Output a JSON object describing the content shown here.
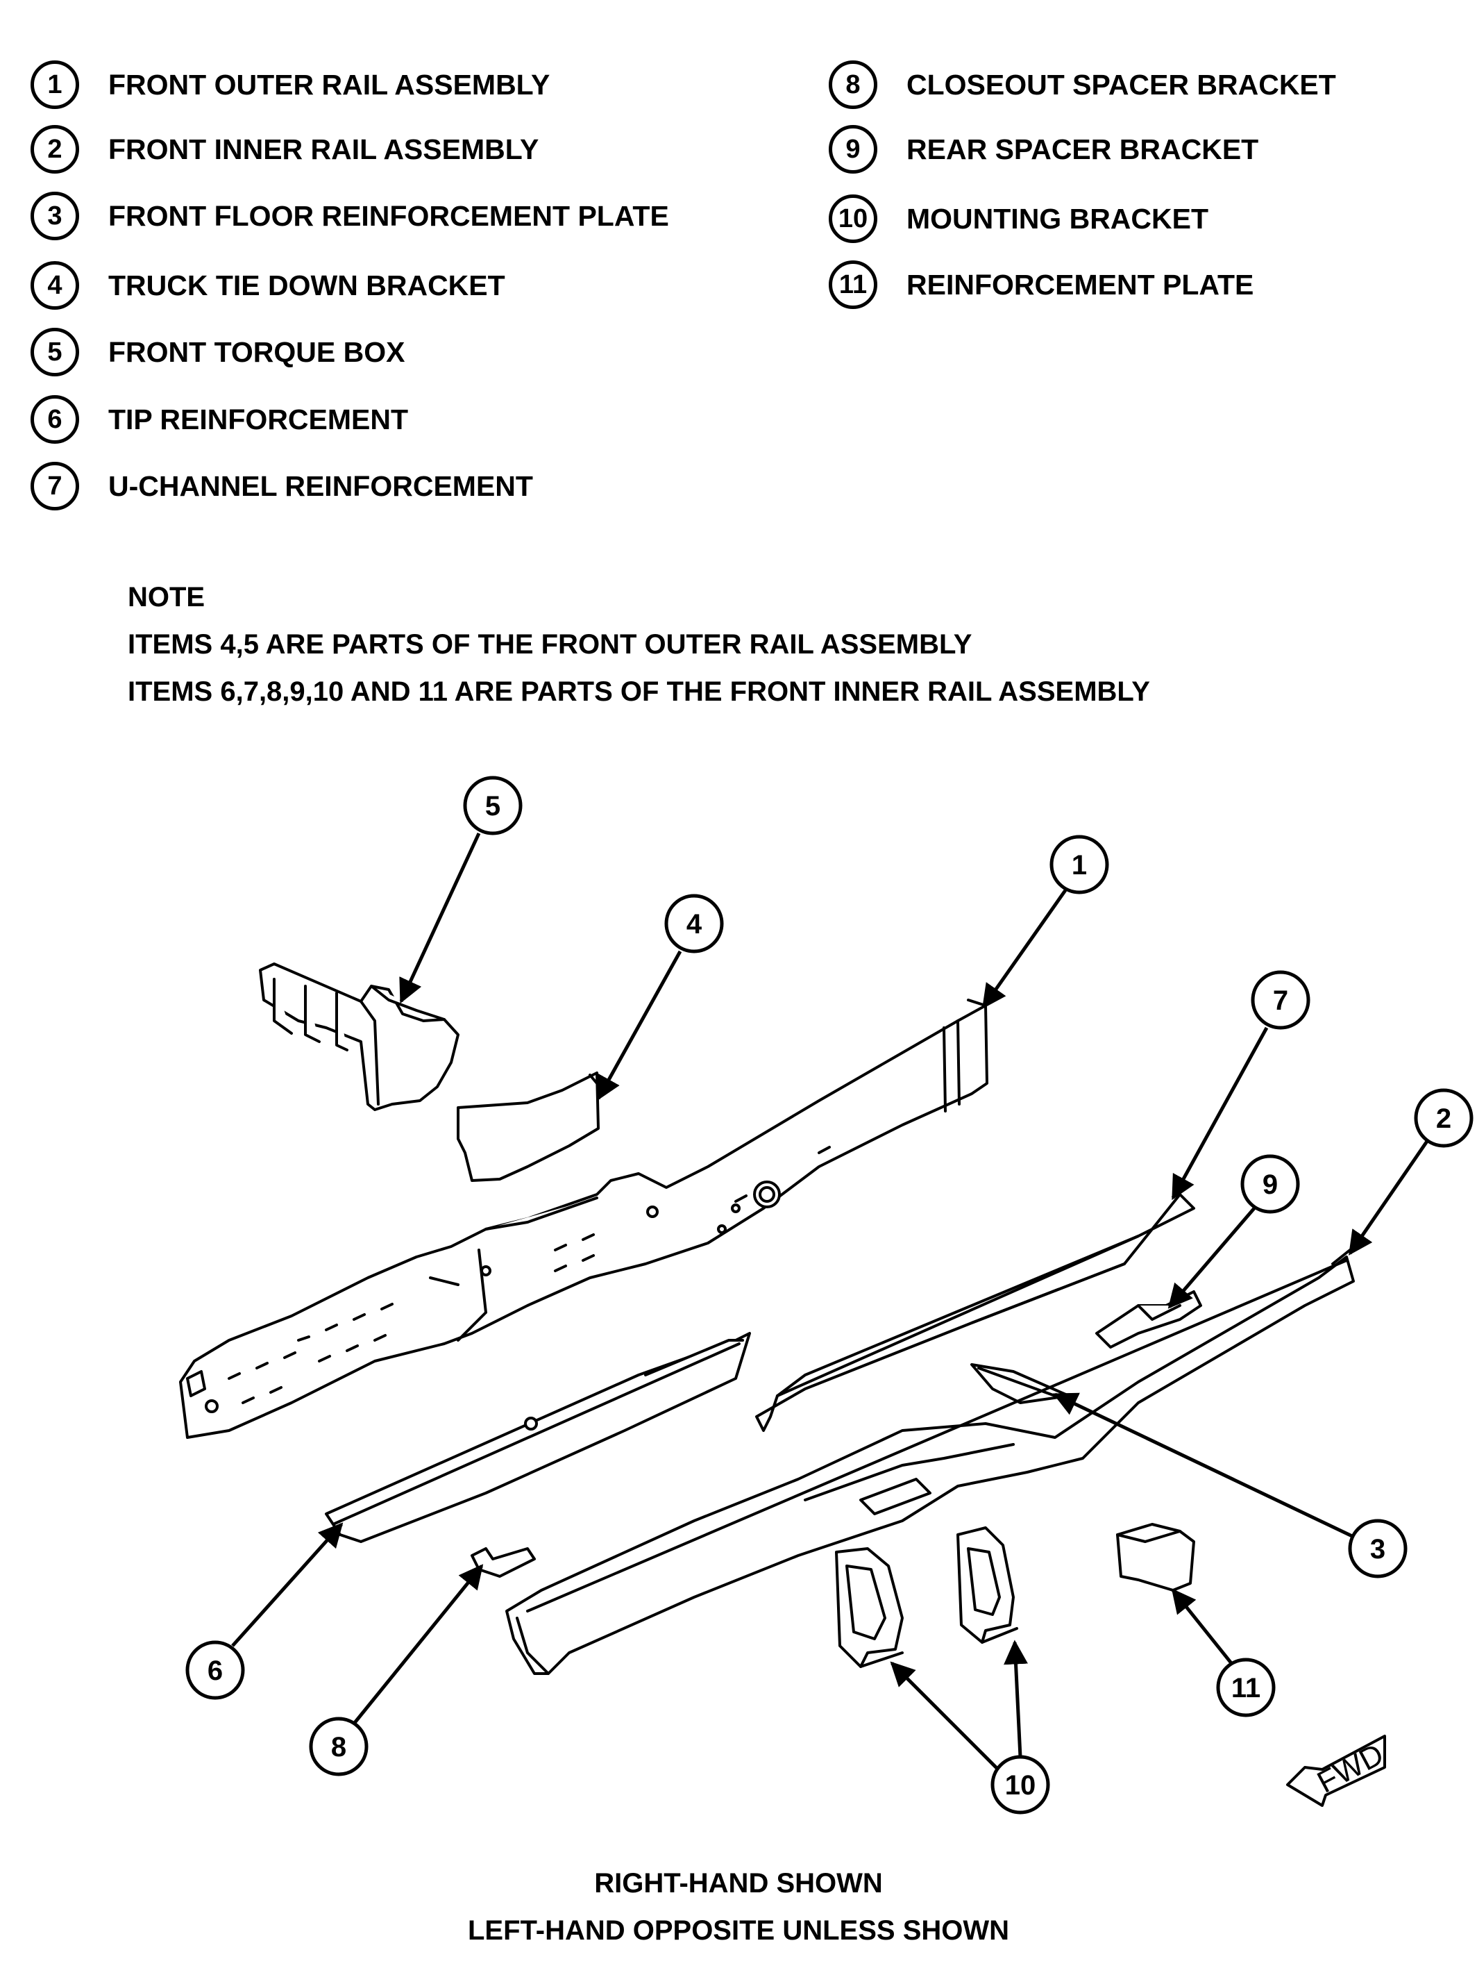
{
  "legend": [
    {
      "num": "1",
      "label": "FRONT OUTER RAIL ASSEMBLY"
    },
    {
      "num": "2",
      "label": "FRONT INNER RAIL ASSEMBLY"
    },
    {
      "num": "3",
      "label": "FRONT FLOOR REINFORCEMENT PLATE"
    },
    {
      "num": "4",
      "label": "TRUCK TIE DOWN BRACKET"
    },
    {
      "num": "5",
      "label": "FRONT TORQUE BOX"
    },
    {
      "num": "6",
      "label": "TIP REINFORCEMENT"
    },
    {
      "num": "7",
      "label": "U-CHANNEL REINFORCEMENT"
    },
    {
      "num": "8",
      "label": "CLOSEOUT SPACER BRACKET"
    },
    {
      "num": "9",
      "label": "REAR SPACER BRACKET"
    },
    {
      "num": "10",
      "label": "MOUNTING BRACKET"
    },
    {
      "num": "11",
      "label": "REINFORCEMENT PLATE"
    }
  ],
  "note": {
    "title": "NOTE",
    "lines": [
      "ITEMS 4,5 ARE PARTS OF THE FRONT OUTER RAIL ASSEMBLY",
      "ITEMS 6,7,8,9,10 AND 11 ARE PARTS OF THE FRONT INNER RAIL ASSEMBLY"
    ]
  },
  "callouts": [
    "5",
    "4",
    "1",
    "7",
    "2",
    "9",
    "3",
    "6",
    "8",
    "10",
    "11"
  ],
  "fwd_label": "FWD",
  "footer": {
    "line1": "RIGHT-HAND SHOWN",
    "line2": "LEFT-HAND OPPOSITE UNLESS SHOWN"
  }
}
